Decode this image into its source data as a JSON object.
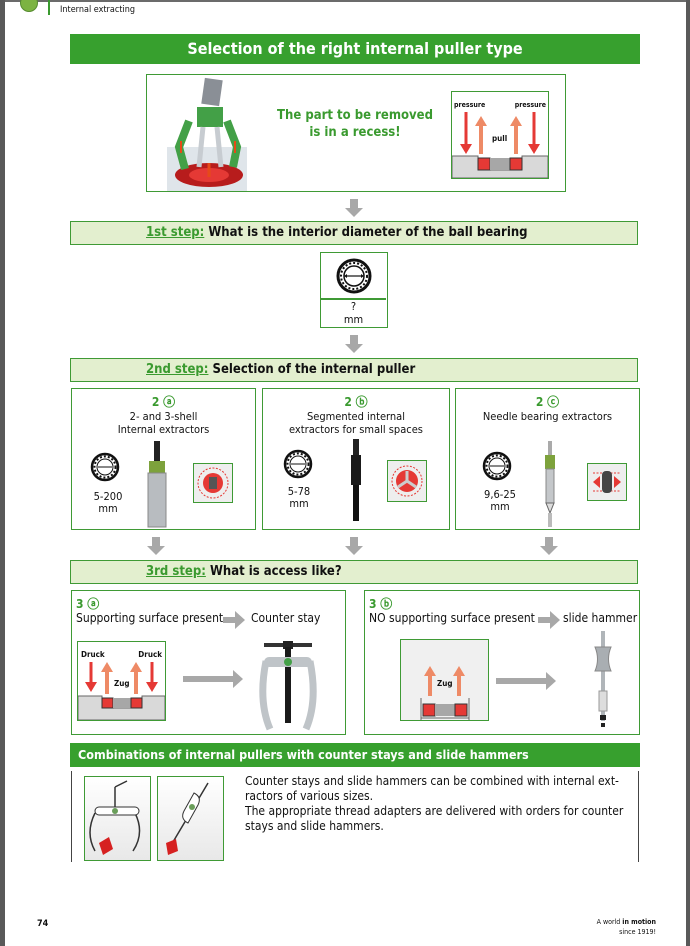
{
  "header": {
    "section": "Internal extracting"
  },
  "main_title": "Selection of the right internal puller type",
  "intro": {
    "message": "The part to be removed is in a recess!",
    "diagram": {
      "left_label": "pressure",
      "right_label": "pressure",
      "center_label": "pull"
    }
  },
  "step1": {
    "label": "1st step:",
    "text": "What is the interior diameter of the ball bearing",
    "value_symbol": "?",
    "unit": "mm"
  },
  "step2": {
    "label": "2nd step:",
    "text": "Selection of the internal puller",
    "options": [
      {
        "id": "2 ⓐ",
        "title": "2- and 3-shell Internal extractors",
        "range": "5-200",
        "unit": "mm"
      },
      {
        "id": "2 ⓑ",
        "title": "Segmented internal extractors for small spaces",
        "range": "5-78",
        "unit": "mm"
      },
      {
        "id": "2 ⓒ",
        "title": "Needle bearing extractors",
        "range": "9,6-25",
        "unit": "mm"
      }
    ]
  },
  "step3": {
    "label": "3rd step:",
    "text": "What is access like?",
    "options": [
      {
        "id": "3 ⓐ",
        "condition": "Supporting surface present",
        "result": "Counter stay",
        "diagram": {
          "left_label": "Druck",
          "right_label": "Druck",
          "center_label": "Zug"
        }
      },
      {
        "id": "3 ⓑ",
        "condition": "NO supporting surface present",
        "result": "slide hammer",
        "diagram": {
          "center_label": "Zug"
        }
      }
    ]
  },
  "combinations": {
    "title": "Combinations of internal pullers with counter stays and slide hammers",
    "text1": "Counter stays and slide hammers can be combined with internal ext-ractors of various sizes.",
    "text2": "The appropriate thread adapters are delivered with orders for counter stays and slide hammers."
  },
  "footer": {
    "page_number": "74",
    "tagline_prefix": "A world ",
    "tagline_bold": "in motion",
    "since": "since 1919!"
  },
  "colors": {
    "brand_green": "#37a02e",
    "step_bg": "#e3efcf",
    "red": "#e53935",
    "arrow_orange": "#ee8a66",
    "arrow_gray": "#a8a8a8"
  }
}
